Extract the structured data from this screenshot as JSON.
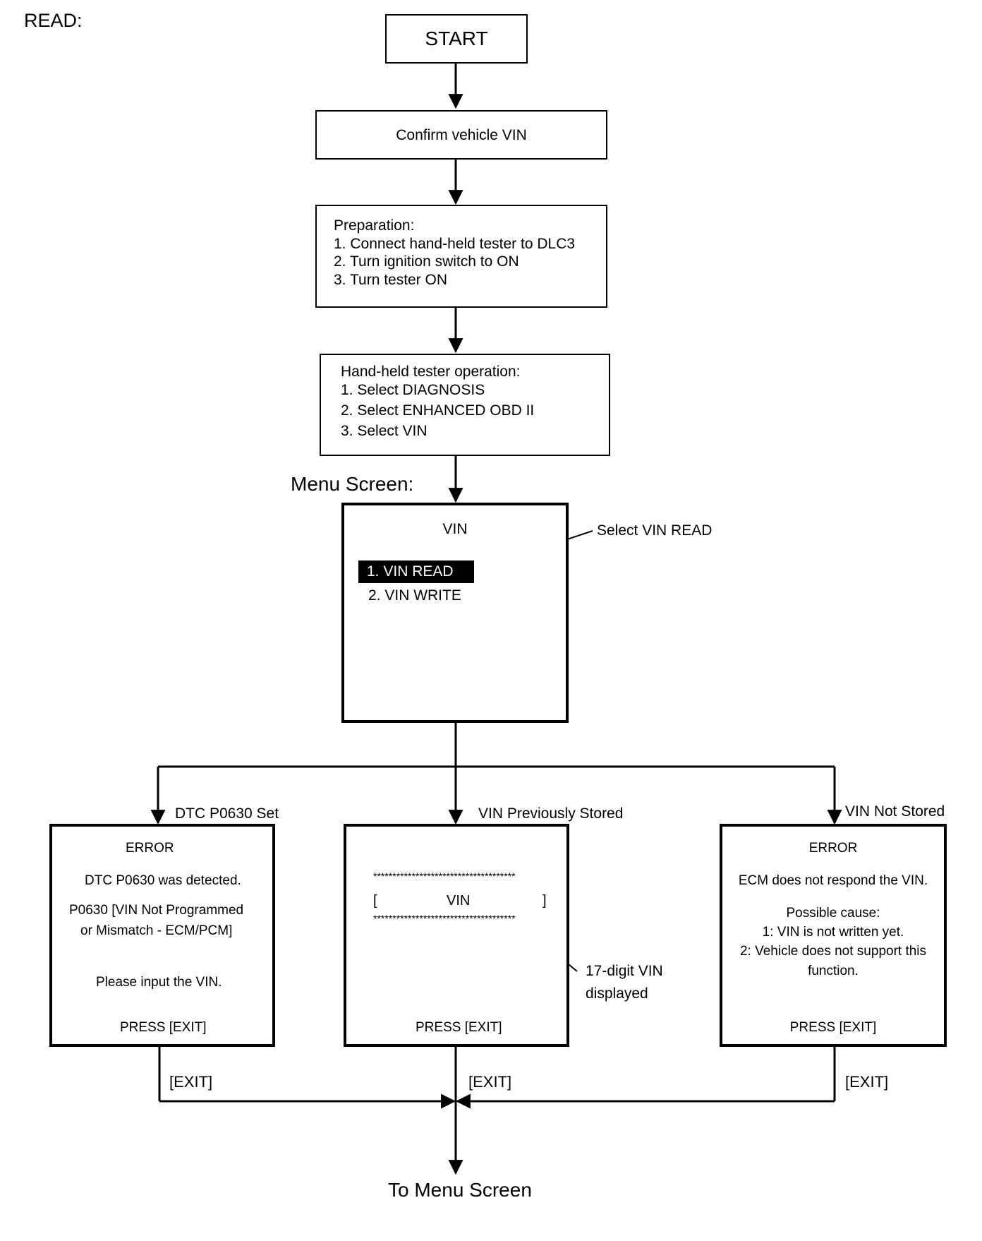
{
  "header": {
    "read_label": "READ:"
  },
  "start": {
    "label": "START"
  },
  "confirm": {
    "label": "Confirm vehicle VIN"
  },
  "preparation": {
    "title": "Preparation:",
    "steps": [
      "1. Connect hand-held tester to DLC3",
      "2. Turn ignition switch to ON",
      "3. Turn tester ON"
    ]
  },
  "operation": {
    "title": "Hand-held tester operation:",
    "steps": [
      "1. Select DIAGNOSIS",
      "2. Select ENHANCED OBD II",
      "3. Select VIN"
    ]
  },
  "menu": {
    "caption": "Menu Screen:",
    "title": "VIN",
    "items": [
      "1. VIN READ",
      "2. VIN WRITE"
    ],
    "callout": "Select VIN READ"
  },
  "branches": {
    "left": {
      "label": "DTC P0630 Set",
      "lines": [
        "ERROR",
        "DTC P0630 was detected.",
        "P0630  [VIN Not Programmed",
        "or Mismatch - ECM/PCM]",
        "Please input the VIN.",
        "PRESS [EXIT]"
      ],
      "exit": "[EXIT]"
    },
    "middle": {
      "label": "VIN Previously Stored",
      "stars": "*************************************",
      "bracket_open": "[",
      "vin": "VIN",
      "bracket_close": "]",
      "press": "PRESS [EXIT]",
      "callout_1": "17-digit  VIN",
      "callout_2": "displayed",
      "exit": "[EXIT]"
    },
    "right": {
      "label": "VIN Not Stored",
      "lines": [
        "ERROR",
        "ECM does not respond the VIN.",
        "Possible cause:",
        "1: VIN is not written yet.",
        "2: Vehicle does not support this",
        "function.",
        "PRESS [EXIT]"
      ],
      "exit": "[EXIT]"
    }
  },
  "footer": {
    "to_menu": "To Menu Screen"
  }
}
